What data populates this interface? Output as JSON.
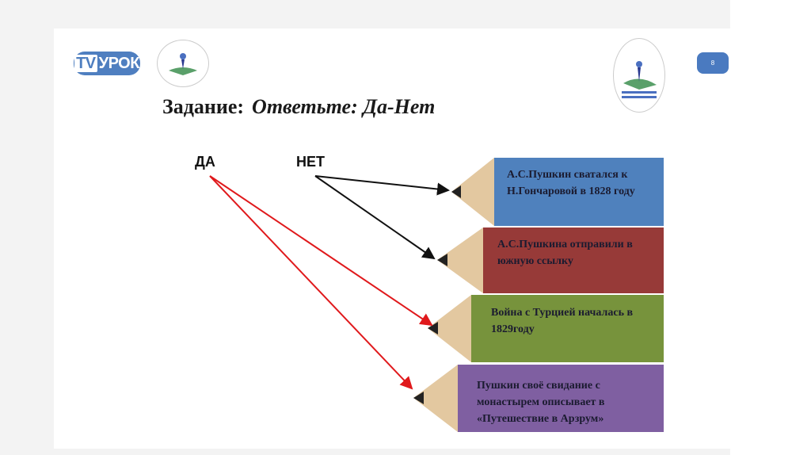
{
  "header": {
    "brand": {
      "tv": "TV",
      "urok": "УРОК"
    },
    "page_number": "8"
  },
  "title": {
    "prefix": "Задание:",
    "task": "Ответьте: Да-Нет"
  },
  "labels": {
    "yes": "ДА",
    "no": "НЕТ"
  },
  "statements": [
    {
      "text": "А.С.Пушкин сватался к Н.Гончаровой в 1828 году",
      "color": "#4f81bd",
      "answer": "НЕТ"
    },
    {
      "text": "А.С.Пушкина отправили в южную ссылку",
      "color": "#973a38",
      "answer": "НЕТ"
    },
    {
      "text": "Война с Турцией началась в 1829году",
      "color": "#77933c",
      "answer": "ДА"
    },
    {
      "text": "Пушкин своё свидание с монастырем описывает в «Путешествие в Арзрум»",
      "color": "#7f5fa1",
      "answer": "ДА"
    }
  ],
  "colors": {
    "wood": "#e3c8a0",
    "yes_arrow": "#e0191c",
    "no_arrow": "#111111"
  }
}
